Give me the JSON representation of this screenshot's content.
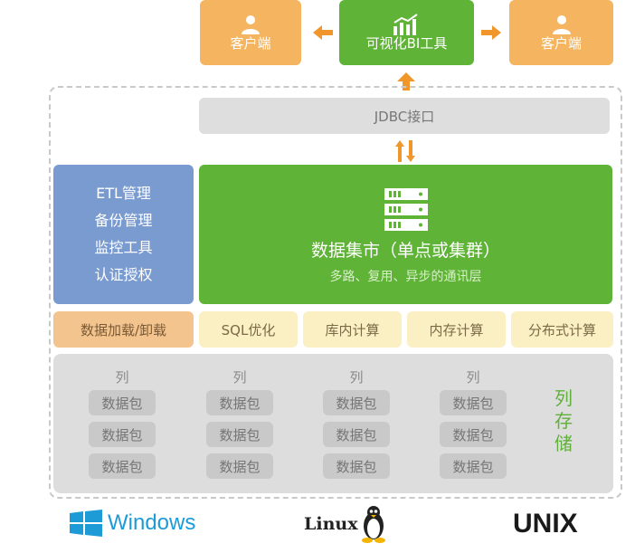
{
  "top": {
    "client_left": "客户端",
    "bi_tool": "可视化BI工具",
    "client_right": "客户端"
  },
  "jdbc": "JDBC接口",
  "management": [
    "ETL管理",
    "备份管理",
    "监控工具",
    "认证授权"
  ],
  "data_mart": {
    "title": "数据集市（单点或集群）",
    "subtitle": "多路、复用、异步的通讯层"
  },
  "load": "数据加载/卸载",
  "features": [
    "SQL优化",
    "库内计算",
    "内存计算",
    "分布式计算"
  ],
  "storage": {
    "columns": [
      {
        "header": "列",
        "packets": [
          "数据包",
          "数据包",
          "数据包"
        ]
      },
      {
        "header": "列",
        "packets": [
          "数据包",
          "数据包",
          "数据包"
        ]
      },
      {
        "header": "列",
        "packets": [
          "数据包",
          "数据包",
          "数据包"
        ]
      },
      {
        "header": "列",
        "packets": [
          "数据包",
          "数据包",
          "数据包"
        ]
      }
    ],
    "column_store": [
      "列",
      "存",
      "储"
    ]
  },
  "os": {
    "windows": "Windows",
    "linux": "Linux",
    "unix": "UNIX"
  },
  "colors": {
    "orange": "#f5b560",
    "green": "#5fb336",
    "blue": "#7a9bd0",
    "arrow": "#f0962a"
  },
  "icons": [
    "user-icon",
    "bar-chart-icon",
    "server-icon",
    "windows-logo-icon",
    "penguin-icon"
  ]
}
